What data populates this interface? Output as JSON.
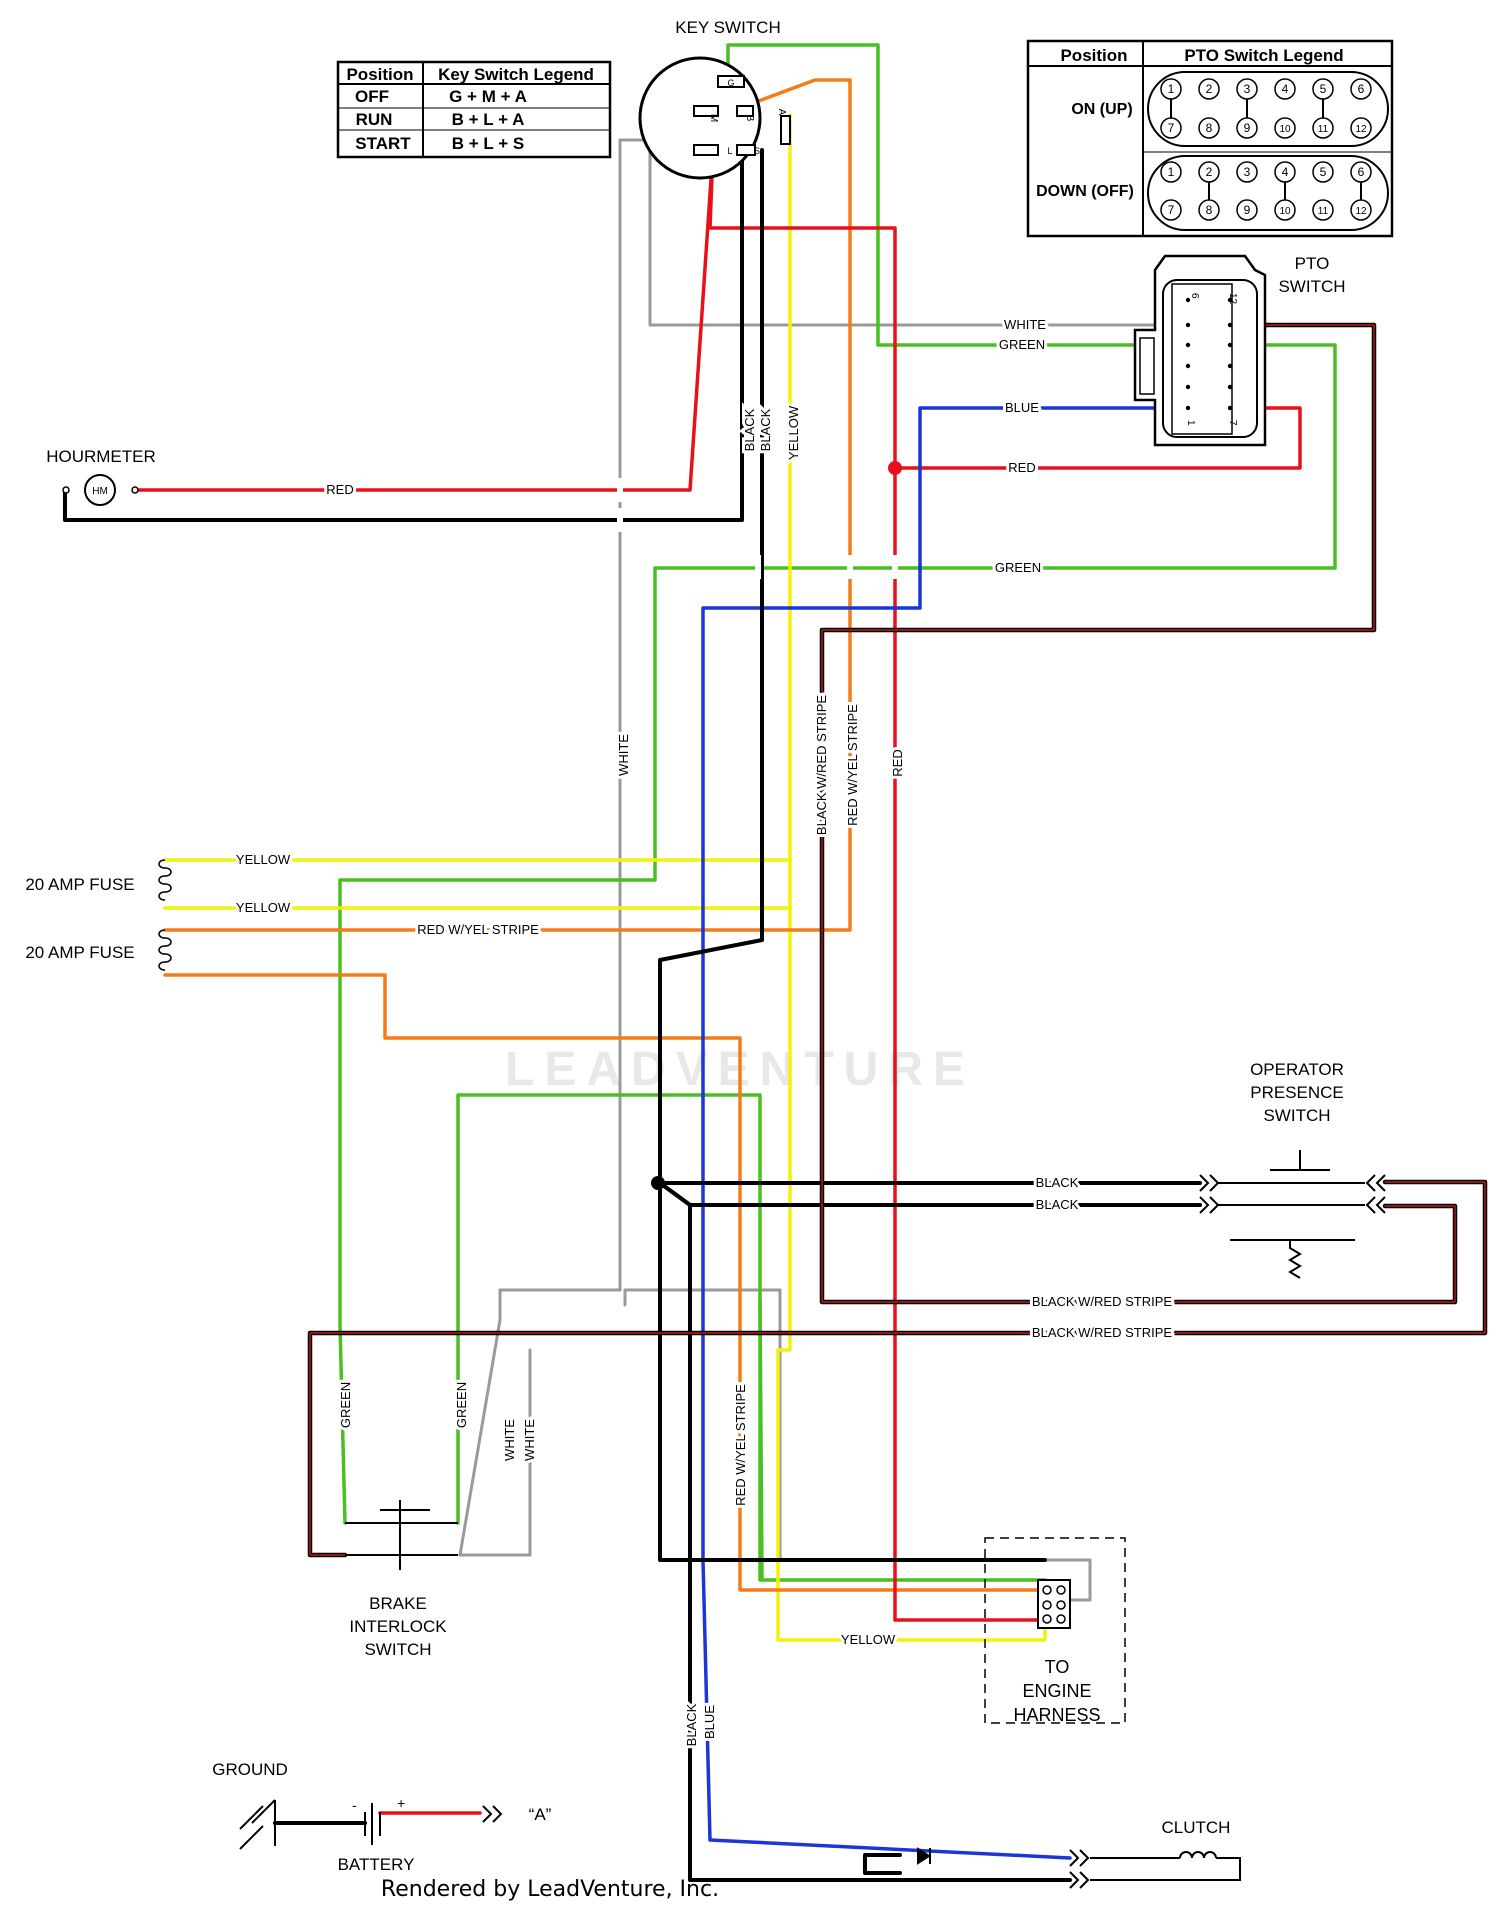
{
  "components": {
    "key_switch": "KEY SWITCH",
    "pto_switch_l1": "PTO",
    "pto_switch_l2": "SWITCH",
    "hourmeter": "HOURMETER",
    "hourmeter_symbol": "HM",
    "fuse_1": "20 AMP FUSE",
    "fuse_2": "20 AMP FUSE",
    "operator_l1": "OPERATOR",
    "operator_l2": "PRESENCE",
    "operator_l3": "SWITCH",
    "brake_l1": "BRAKE",
    "brake_l2": "INTERLOCK",
    "brake_l3": "SWITCH",
    "engine_l1": "TO",
    "engine_l2": "ENGINE",
    "engine_l3": "HARNESS",
    "ground": "GROUND",
    "battery": "BATTERY",
    "clutch": "CLUTCH",
    "connector_a": "“A”",
    "battery_minus": "-",
    "battery_plus": "+"
  },
  "key_switch_terminals": {
    "g": "G",
    "m": "M",
    "b": "B",
    "a": "A",
    "l": "L",
    "s": "S"
  },
  "key_legend": {
    "header_position": "Position",
    "header_legend": "Key Switch Legend",
    "rows": [
      {
        "position": "OFF",
        "value": "G + M + A"
      },
      {
        "position": "RUN",
        "value": "B + L + A"
      },
      {
        "position": "START",
        "value": "B + L + S"
      }
    ]
  },
  "pto_legend": {
    "header_position": "Position",
    "header_legend": "PTO Switch Legend",
    "on_label": "ON (UP)",
    "down_label": "DOWN (OFF)",
    "top_row": [
      "1",
      "2",
      "3",
      "4",
      "5",
      "6"
    ],
    "bottom_row": [
      "7",
      "8",
      "9",
      "10",
      "11",
      "12"
    ]
  },
  "pto_pin_labels": [
    "6",
    "12",
    "1",
    "7"
  ],
  "wire_labels": {
    "white_pto": "WHITE",
    "green_pto": "GREEN",
    "blue_pto": "BLUE",
    "red_pto": "RED",
    "green_mid": "GREEN",
    "red_hourmeter": "RED",
    "black_1": "BLACK",
    "black_2": "BLACK",
    "yellow_key": "YELLOW",
    "white_vert": "WHITE",
    "black_red_stripe_vert": "BLACK W/RED STRIPE",
    "red_yel_stripe_vert": "RED W/YEL STRIPE",
    "red_vert": "RED",
    "yellow_fuse_1": "YELLOW",
    "yellow_fuse_2": "YELLOW",
    "red_yel_fuse": "RED W/YEL STRIPE",
    "black_op_1": "BLACK",
    "black_op_2": "BLACK",
    "black_red_op_1": "BLACK W/RED STRIPE",
    "black_red_op_2": "BLACK W/RED STRIPE",
    "green_brake_1": "GREEN",
    "green_brake_2": "GREEN",
    "white_brake_1": "WHITE",
    "white_brake_2": "WHITE",
    "red_yel_lower": "RED W/YEL STRIPE",
    "yellow_engine": "YELLOW",
    "black_clutch": "BLACK",
    "blue_clutch": "BLUE"
  },
  "watermark": "LEADVENTURE",
  "footer": "Rendered by LeadVenture, Inc.",
  "colors": {
    "red": "#e8101a",
    "green": "#48c020",
    "yellow": "#f2f20c",
    "orange": "#f57c18",
    "blue": "#1a36d6",
    "black": "#000000",
    "white_wire": "#9a9a9a",
    "black_red_stripe": "#6a0a0a"
  }
}
